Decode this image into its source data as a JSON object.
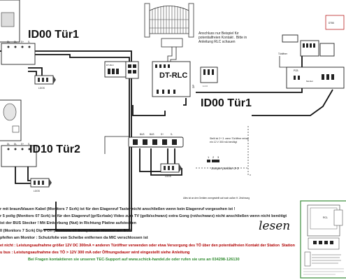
{
  "labels": {
    "id00_left": "ID00 Tür1",
    "id10": "ID10 Tür2",
    "id00_right": "ID00 Tür1",
    "dt_rlc": "DT-RLC",
    "gate_note": "Anschluss nur Beispiel für potentialfreien Kontakt . Bitte in Anleitung RLC schauen",
    "lesen": "lesen",
    "jumper_note": "Jumper position 2-3",
    "jumper_upper_note": "Stellt ist 2+ 3. wenn Türöffner ertrag ein 12 V 300 mA benötigt",
    "bus_label": "BUS",
    "footer_right_note": "Alles ist an den Geräten vormgestellt auf nach außen H. Zeichnung"
  },
  "terminals": {
    "bus_block": [
      "BUS",
      "BUS",
      "S+",
      "S-"
    ],
    "panel_block": [
      "DL",
      "DL",
      "S+",
      "S-"
    ]
  },
  "notes": [
    "r mit braun/blauen Kabel (Monitors 7 Scrk) ist für den Etagenruf Taster nicht anschließen wenn kein Etagenruf vorgesehen ist !",
    "r 5 polig (Monitors 07 Scrk) ist für den Etagenruf (gr/Scrbale) Video zum TV (gelb/schwarz) extra Gong (rot/schwarz) nicht anschließen wenn nicht benötigt",
    "ist der BUS Stecker ! Mit Einkerbung (Nut) in Richtung Platine aufstecken",
    "ll (Monitors 7 Scrk) Dip 6 On (Monitors 07 Scrk) letzter Monitor am BUS",
    "pfeifen am Monitor : Schutzfolie von Scheibe entfernen da MIC verschlossen ist",
    "et nicht : Leistungsaufnahme größer 12V DC 300mA = anderen Türöffner verwenden oder etwa Versorgung des TÖ über den potentialfreien Kontakt der Station",
    "u bus : Leistungsaufnahme des TÖ > 12V 300 mA oder Öffnungsdauer wird eingestellt siehe Anleitung",
    "Bei Fragen kontaktieren sie unseren TEC-Support auf www.schick-handel.de oder rufen sie uns an 034298-126130"
  ],
  "notes_extra": {
    "station": "Station"
  },
  "colors": {
    "red_note": "#b00000",
    "green_note": "#2e8b2e",
    "inset_border": "#3a8c3a"
  }
}
